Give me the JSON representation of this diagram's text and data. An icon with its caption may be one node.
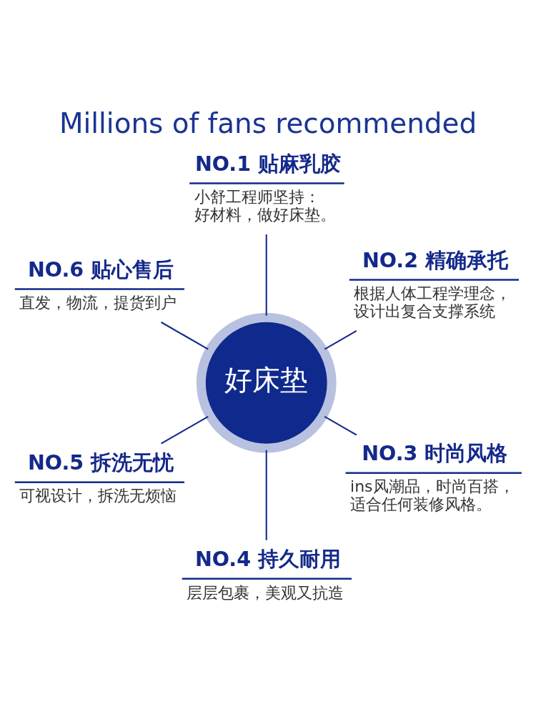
{
  "diagram": {
    "title": "Millions of fans recommended",
    "nodes": [
      {
        "text": [
          "NO.1 贴麻乳胶",
          "小舒工程师坚持：好材料，做好床垫。"
        ]
      },
      {
        "text": [
          "NO.6 贴心售后",
          "直发，物流，提货到户"
        ]
      },
      {
        "text": [
          "NO.2 精确承托",
          "根据人体工程学理念，设计出复合支撑系统"
        ]
      },
      {
        "text": [
          "好床垫"
        ]
      },
      {
        "text": [
          "NO.5 拆洗无忧",
          "可视设计，拆洗无烦恼"
        ]
      },
      {
        "text": [
          "NO.3 时尚风格",
          "ins风潮品，时尚百搭，适合任何装修风格。"
        ]
      },
      {
        "text": [
          "NO.4 持久耐用",
          "层层包裹，美观又抗造"
        ]
      }
    ],
    "edges": [
      {
        "from": 3,
        "to": 0,
        "arrow": "none"
      },
      {
        "from": 3,
        "to": 2,
        "arrow": "none"
      },
      {
        "from": 3,
        "to": 5,
        "arrow": "none"
      },
      {
        "from": 3,
        "to": 6,
        "arrow": "none"
      },
      {
        "from": 3,
        "to": 4,
        "arrow": "none"
      },
      {
        "from": 3,
        "to": 1,
        "arrow": "none"
      }
    ]
  }
}
